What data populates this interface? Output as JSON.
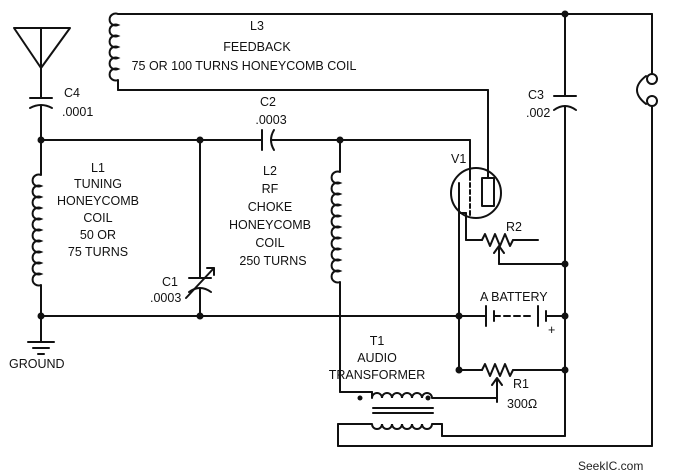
{
  "labels": {
    "l3": "L3",
    "feedback": "FEEDBACK",
    "l3_turns": "75 OR 100 TURNS HONEYCOMB COIL",
    "c4": "C4",
    "c4_value": ".0001",
    "c2": "C2",
    "c2_value": ".0003",
    "c3": "C3",
    "c3_value": ".002",
    "l1": "L1",
    "l1_line1": "TUNING",
    "l1_line2": "HONEYCOMB",
    "l1_line3": "COIL",
    "l1_line4": "50 OR",
    "l1_line5": "75 TURNS",
    "l2": "L2",
    "l2_line1": "RF",
    "l2_line2": "CHOKE",
    "l2_line3": "HONEYCOMB",
    "l2_line4": "COIL",
    "l2_line5": "250 TURNS",
    "v1": "V1",
    "r2": "R2",
    "c1": "C1",
    "c1_value": ".0003",
    "a_battery": "A BATTERY",
    "plus": "+",
    "ground": "GROUND",
    "t1": "T1",
    "t1_line1": "AUDIO",
    "t1_line2": "TRANSFORMER",
    "r1": "R1",
    "r1_value": "300Ω",
    "watermark": "SeekIC.com"
  },
  "colors": {
    "ink": "#111111",
    "background": "#ffffff"
  },
  "icons": [
    "antenna-icon",
    "ground-icon",
    "headphones-icon",
    "vacuum-tube-icon",
    "battery-icon",
    "transformer-icon"
  ]
}
